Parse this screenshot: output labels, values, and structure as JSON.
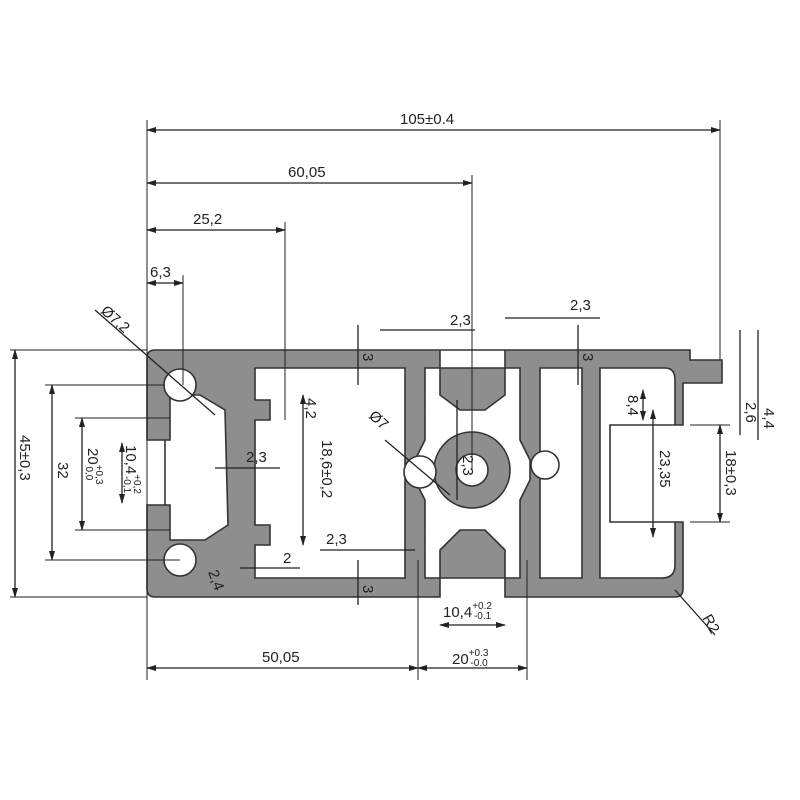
{
  "drawing": {
    "profile_color": "#8e8e8e",
    "line_color": "#222222",
    "dimensions": {
      "overall_width": "105±0.4",
      "width_60": "60,05",
      "width_25": "25,2",
      "width_6": "6,3",
      "hole_left": "Ø7,2",
      "overall_height": "45±0,3",
      "height_32": "32",
      "slot_left_20": {
        "value": "20",
        "upper": "+0,3",
        "lower": "0,0"
      },
      "slot_left_10": {
        "value": "10,4",
        "upper": "+0,2",
        "lower": "-0,1"
      },
      "depth_4_2": "4,2",
      "height_18_6": "18,6±0,2",
      "wall_2_3_a": "2,3",
      "wall_2_3_b": "2,3",
      "wall_2_3_c": "2,3",
      "wall_2_3_top": "2,3",
      "wall_2_3_right": "2,3",
      "wall_2": "2",
      "wall_2_4": "2,4",
      "wall_3_top": "3",
      "wall_3_bottom": "3",
      "wall_3_right": "3",
      "hole_center": "Ø7",
      "slot_8_4": "8,4",
      "height_23_35": "23,35",
      "slot_right_18": "18±0,3",
      "lip_2_6": "2,6",
      "lip_4_4": "4,4",
      "radius": "R2",
      "width_50": "50,05",
      "slot_bottom_20": {
        "value": "20",
        "upper": "+0.3",
        "lower": "-0.0"
      },
      "slot_bottom_10": {
        "value": "10,4",
        "upper": "+0.2",
        "lower": "-0.1"
      }
    }
  }
}
